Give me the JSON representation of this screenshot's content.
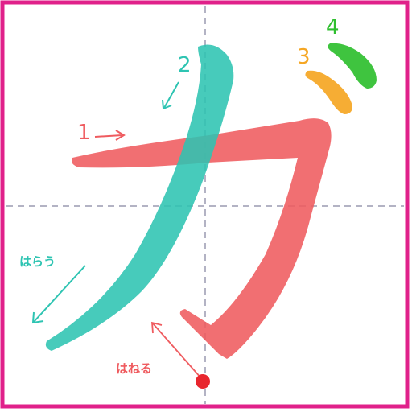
{
  "labels": {
    "stroke1": "1",
    "stroke2": "2",
    "stroke3": "3",
    "stroke4": "4",
    "harau": "はらう",
    "haneru": "はねる"
  },
  "colors": {
    "frame": "#e0218a",
    "guide": "#9a9ab0",
    "stroke1": "#ef5b5f",
    "stroke2": "#2ec4b2",
    "stroke3": "#f5a623",
    "stroke4": "#2fbf2f",
    "dot": "#e8262e"
  }
}
